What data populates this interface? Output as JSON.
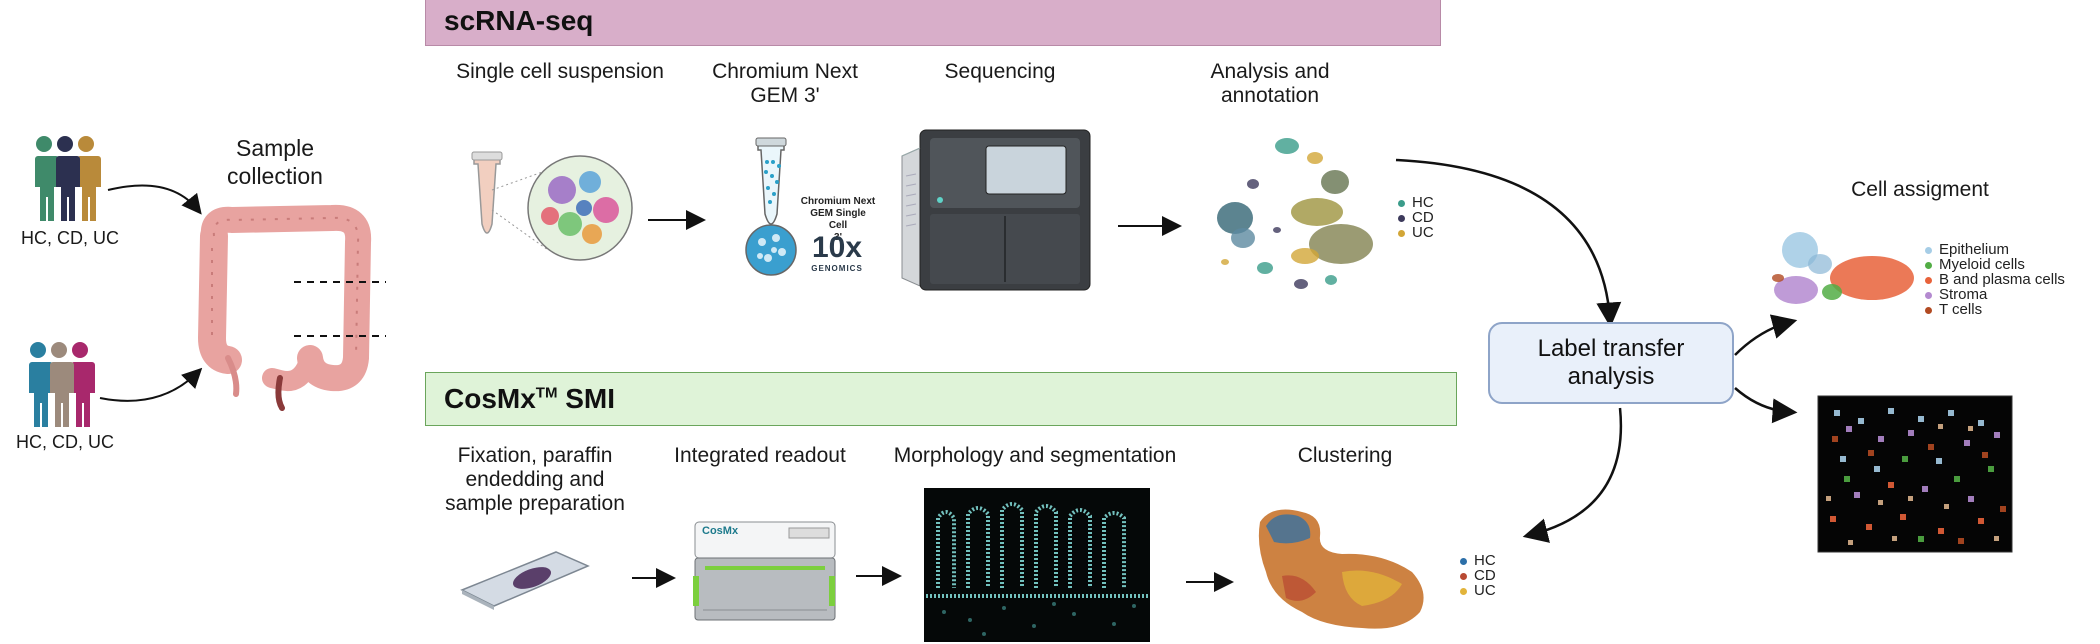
{
  "sample": {
    "title_line1": "Sample",
    "title_line2": "collection",
    "group_top": "HC, CD, UC",
    "group_bottom": "HC, CD, UC"
  },
  "scrna": {
    "band_title": "scRNA-seq",
    "band_color": "#d8aec9",
    "steps": {
      "suspension": "Single cell suspension",
      "chromium_line1": "Chromium Next",
      "chromium_line2": "GEM 3'",
      "sequencing": "Sequencing",
      "analysis_line1": "Analysis and",
      "analysis_line2": "annotation"
    },
    "kit": {
      "line1": "Chromium Next",
      "line2": "GEM Single Cell",
      "line3": "3'",
      "brand": "10x",
      "brand_sub": "GENOMICS"
    },
    "legend": [
      "HC",
      "CD",
      "UC"
    ],
    "legend_colors": [
      "#3a9c8a",
      "#3d3a5c",
      "#d2a637"
    ]
  },
  "cosmx": {
    "band_title_main": "CosMx",
    "band_title_sup": "TM",
    "band_title_rest": " SMI",
    "band_color": "#dff3d8",
    "steps": {
      "fixation_line1": "Fixation, paraffin",
      "fixation_line2": "endedding and",
      "fixation_line3": "sample preparation",
      "readout": "Integrated readout",
      "morphology": "Morphology and segmentation",
      "clustering": "Clustering"
    },
    "instrument_brand": "CosMx",
    "legend": [
      "HC",
      "CD",
      "UC"
    ],
    "legend_colors": [
      "#2c6fa8",
      "#b84a33",
      "#e2b43a"
    ]
  },
  "label_transfer": {
    "line1": "Label transfer",
    "line2": "analysis"
  },
  "cell_assignment": {
    "title": "Cell assigment",
    "legend": [
      "Epithelium",
      "Myeloid cells",
      "B and plasma cells",
      "Stroma",
      "T cells"
    ],
    "legend_colors": [
      "#a6cde6",
      "#52ad45",
      "#e8623a",
      "#b48ad0",
      "#b24a22"
    ]
  }
}
